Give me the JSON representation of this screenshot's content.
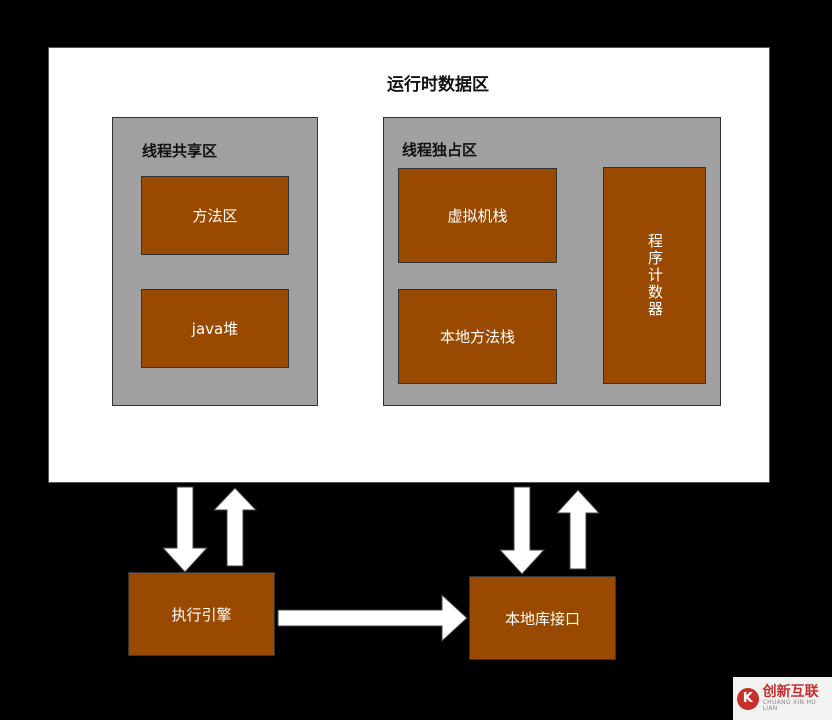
{
  "runtime": {
    "title": "运行时数据区"
  },
  "shared": {
    "title": "线程共享区",
    "items": [
      "方法区",
      "java堆"
    ]
  },
  "private": {
    "title": "线程独占区",
    "items": [
      "虚拟机栈",
      "本地方法栈"
    ],
    "counter": "程序计数器"
  },
  "engine": {
    "label": "执行引擎"
  },
  "native": {
    "label": "本地库接口"
  },
  "watermark": {
    "text": "创新互联",
    "sub": "CHUANG XIN HU LIAN"
  },
  "colors": {
    "block": "#9a4a00",
    "region": "#a0a0a0",
    "background": "#000000",
    "panel": "#ffffff"
  }
}
